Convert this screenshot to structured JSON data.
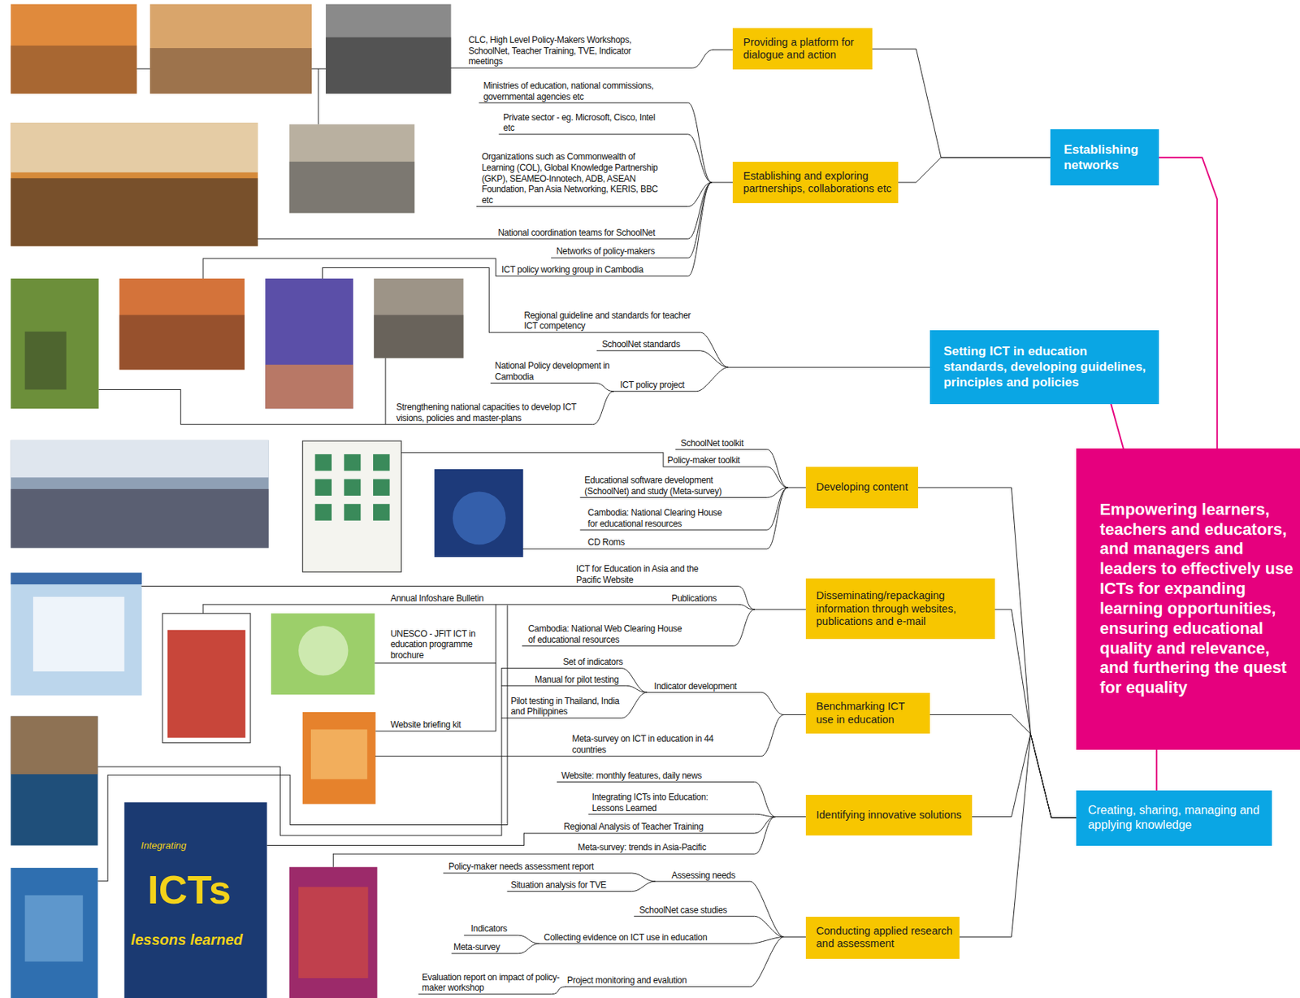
{
  "diagram": {
    "nodes": [
      {
        "text": [
          "Empowering learners, teachers and educators, and managers and leaders to effectively use ICTs for expanding learning opportunities, ensuring educational quality and relevance, and furthering the quest for equality"
        ]
      },
      {
        "text": [
          "Establishing networks"
        ]
      },
      {
        "text": [
          "Providing a platform for dialogue and action"
        ]
      },
      {
        "text": [
          "Establishing and exploring partnerships, collaborations etc"
        ]
      },
      {
        "text": [
          "Setting ICT in education standards, developing guidelines, principles and policies"
        ]
      },
      {
        "text": [
          "Creating, sharing, managing and applying knowledge"
        ]
      },
      {
        "text": [
          "Developing content"
        ]
      },
      {
        "text": [
          "Disseminating/repackaging information through websites, publications and e-mail"
        ]
      },
      {
        "text": [
          "Benchmarking ICT use in education"
        ]
      },
      {
        "text": [
          "Identifying innovative solutions"
        ]
      },
      {
        "text": [
          "Conducting applied research and assessment"
        ]
      }
    ],
    "edges": [
      {
        "from": 2,
        "to": 1,
        "arrow": "none"
      },
      {
        "from": 3,
        "to": 1,
        "arrow": "none"
      },
      {
        "from": 6,
        "to": 5,
        "arrow": "none"
      },
      {
        "from": 7,
        "to": 5,
        "arrow": "none"
      },
      {
        "from": 8,
        "to": 5,
        "arrow": "none"
      },
      {
        "from": 9,
        "to": 5,
        "arrow": "none"
      },
      {
        "from": 10,
        "to": 5,
        "arrow": "none"
      },
      {
        "from": 1,
        "to": 0,
        "arrow": "none"
      },
      {
        "from": 4,
        "to": 0,
        "arrow": "none"
      },
      {
        "from": 5,
        "to": 0,
        "arrow": "none"
      }
    ],
    "labels": [
      "CLC, High Level Policy-Makers Workshops, SchoolNet, Teacher Training, TVE, Indicator meetings",
      "Ministries of education, national commissions, governmental agencies etc",
      "Private sector - eg. Microsoft, Cisco, Intel etc",
      "Organizations such as Commonwealth of Learning (COL), Global Knowledge Partnership (GKP), SEAMEO-Innotech, ADB, ASEAN Foundation, Pan Asia Networking, KERIS, BBC etc",
      "National coordination teams for SchoolNet",
      "Networks of policy-makers",
      "ICT policy working group in Cambodia",
      "Regional guideline and standards for teacher ICT competency",
      "SchoolNet standards",
      "National Policy development in Cambodia",
      "ICT policy project",
      "Strengthening national capacities to develop ICT visions, policies and master-plans",
      "SchoolNet toolkit",
      "Policy-maker toolkit",
      "Educational software development (SchoolNet) and study (Meta-survey)",
      "Cambodia: National Clearing House for educational resources",
      "CD Roms",
      "ICT for Education in Asia and the Pacific Website",
      "Annual Infoshare Bulletin",
      "Publications",
      "UNESCO - JFIT ICT in education programme brochure",
      "Cambodia: National Web Clearing House of educational resources",
      "Website briefing kit",
      "Set of indicators",
      "Manual for pilot testing",
      "Indicator development",
      "Pilot testing in Thailand, India and Philippines",
      "Meta-survey on ICT in education in 44 countries",
      "Website: monthly features, daily news",
      "Integrating ICTs into Education: Lessons Learned",
      "Regional Analysis of Teacher Training",
      "Meta-survey: trends in Asia-Pacific",
      "Policy-maker needs assessment report",
      "Assessing needs",
      "Situation analysis for TVE",
      "SchoolNet case studies",
      "Indicators",
      "Collecting evidence on ICT use in education",
      "Meta-survey",
      "Evaluation report on impact of policy-maker workshop",
      "Project monitoring and evalution",
      "Integrating",
      "ICTs",
      "lessons learned"
    ]
  }
}
